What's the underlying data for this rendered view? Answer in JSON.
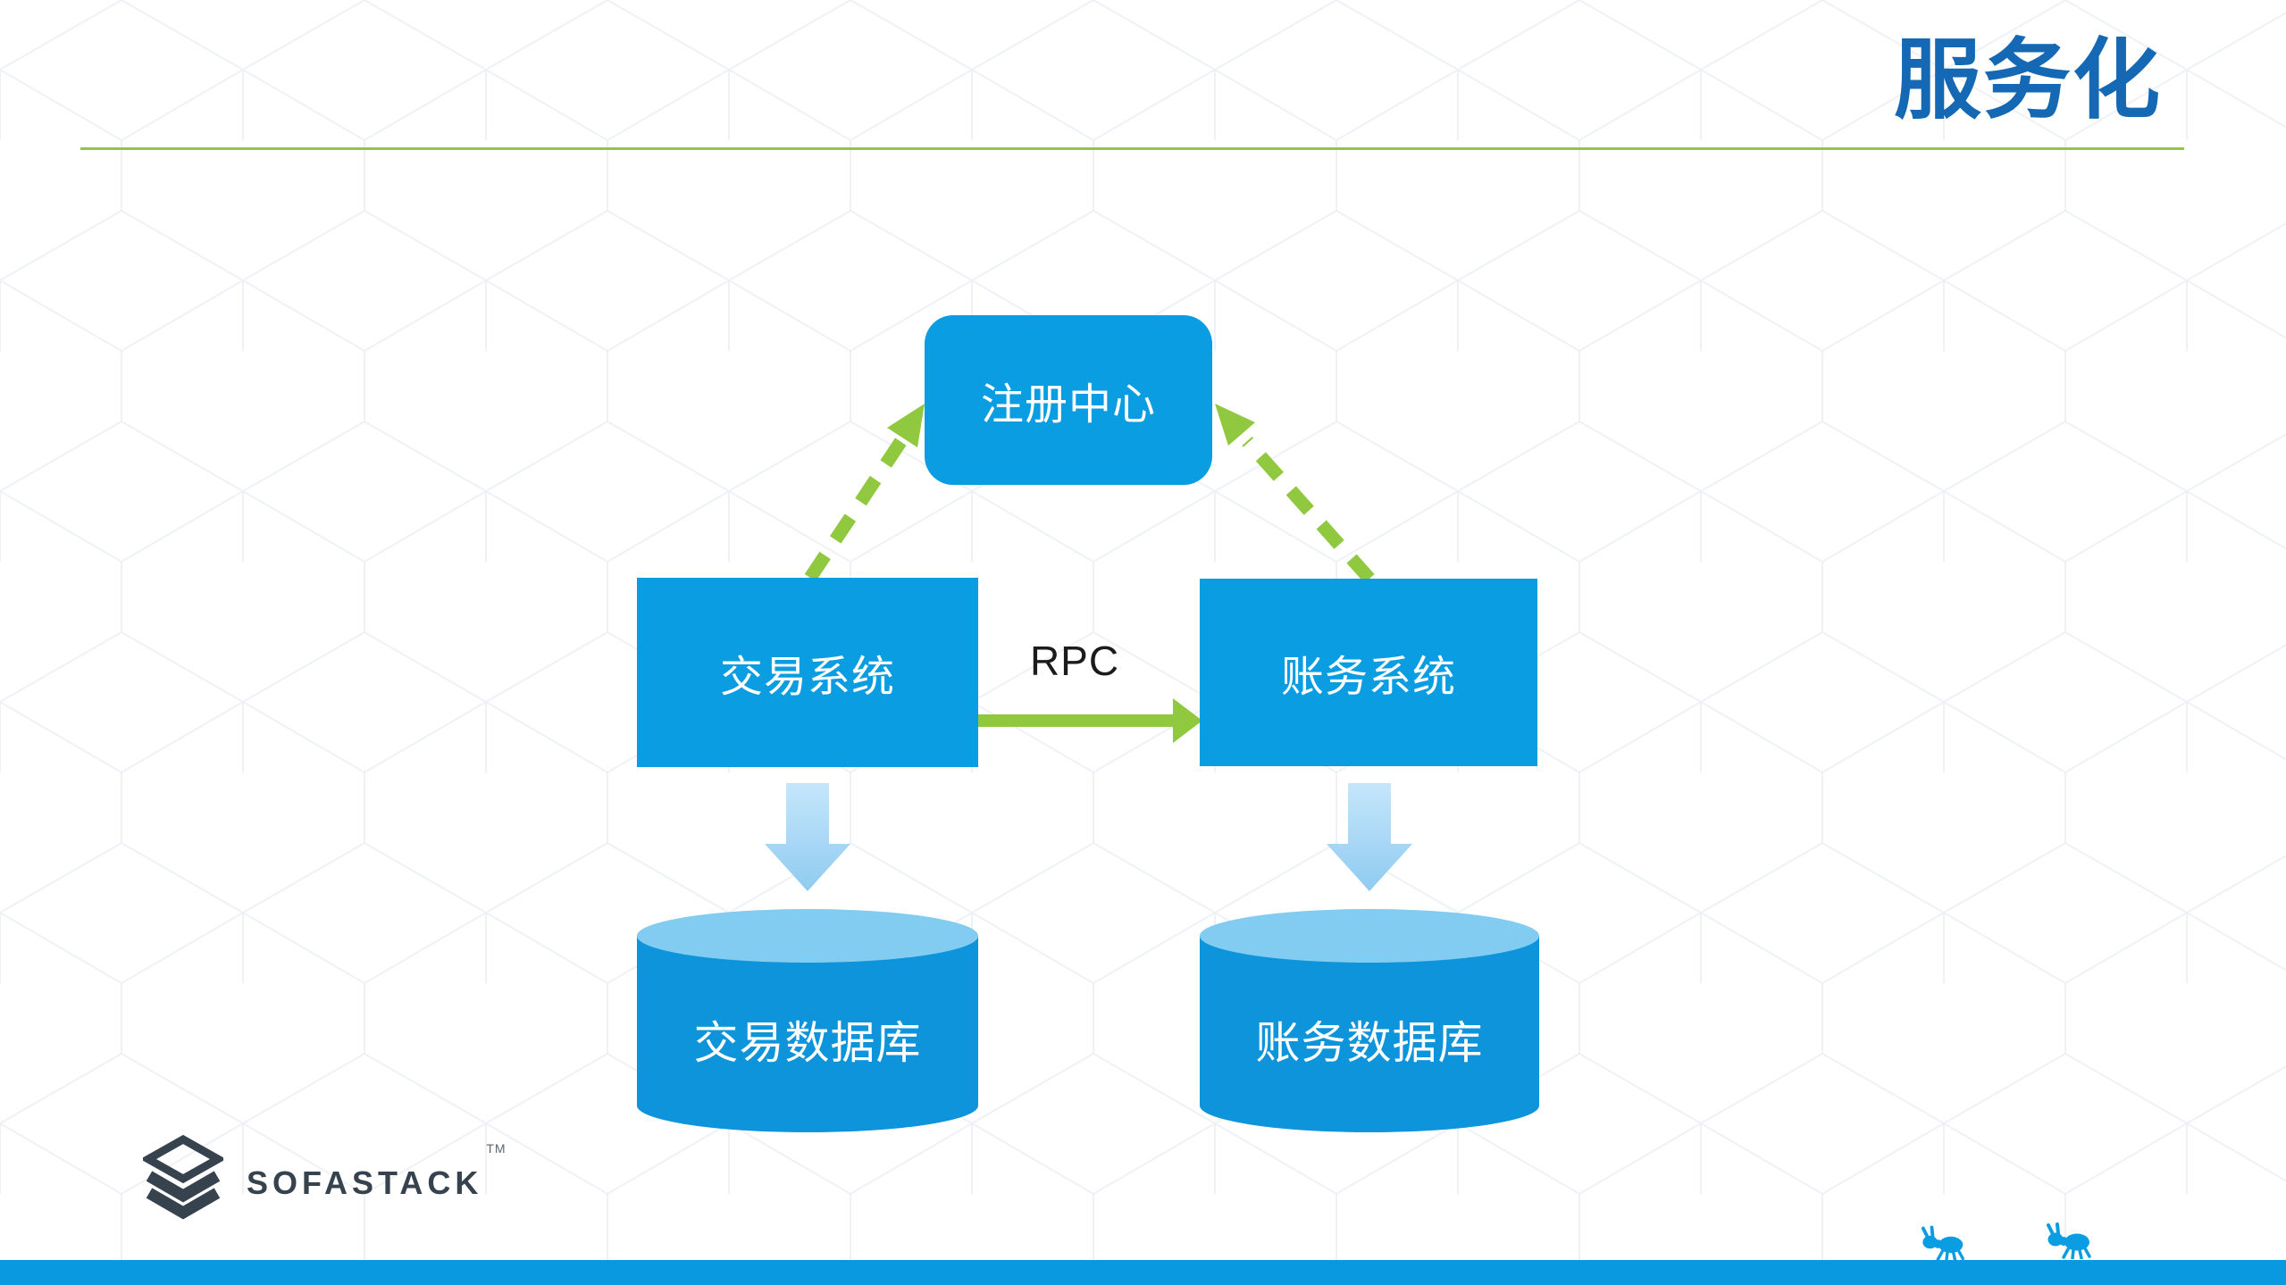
{
  "slide": {
    "title": "服务化",
    "colors": {
      "title_blue": "#1568B3",
      "azure": "#0B9DE2",
      "green": "#90C840",
      "cylinder_body": "#0D94DB",
      "cylinder_top": "#83CCF1",
      "footer_bar": "#0999E1",
      "logo_dark": "#37424F"
    }
  },
  "diagram": {
    "registry": "注册中心",
    "trade_system": "交易系统",
    "account_system": "账务系统",
    "rpc": "RPC",
    "trade_db": "交易数据库",
    "account_db": "账务数据库"
  },
  "footer": {
    "brand": "SOFASTACK",
    "trademark": "TM"
  }
}
